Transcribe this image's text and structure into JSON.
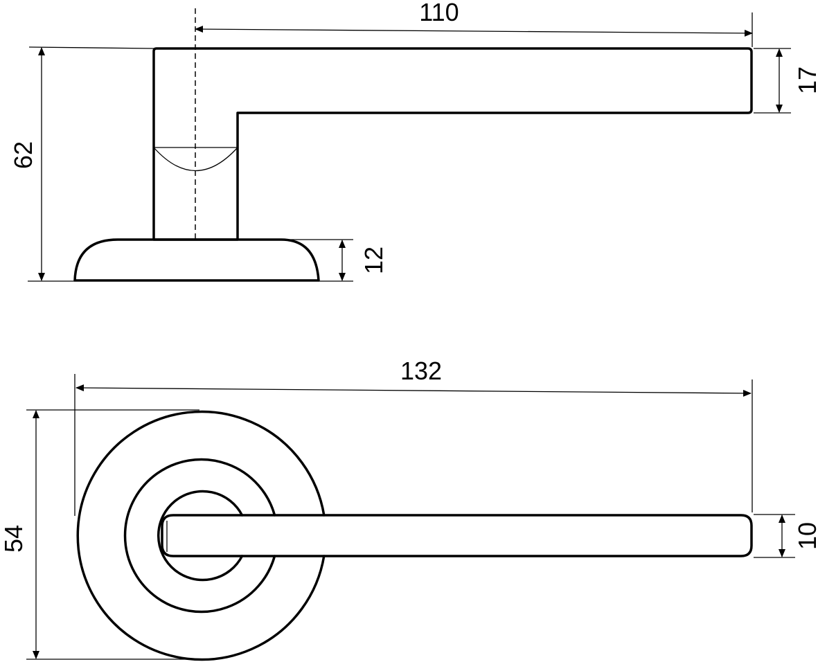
{
  "drawing": {
    "side_view": {
      "dim_lever_length": "110",
      "dim_lever_thickness": "17",
      "dim_total_height": "62",
      "dim_rosette_height": "12"
    },
    "front_view": {
      "dim_total_length": "132",
      "dim_rosette_diameter": "54",
      "dim_lever_width": "10"
    }
  }
}
